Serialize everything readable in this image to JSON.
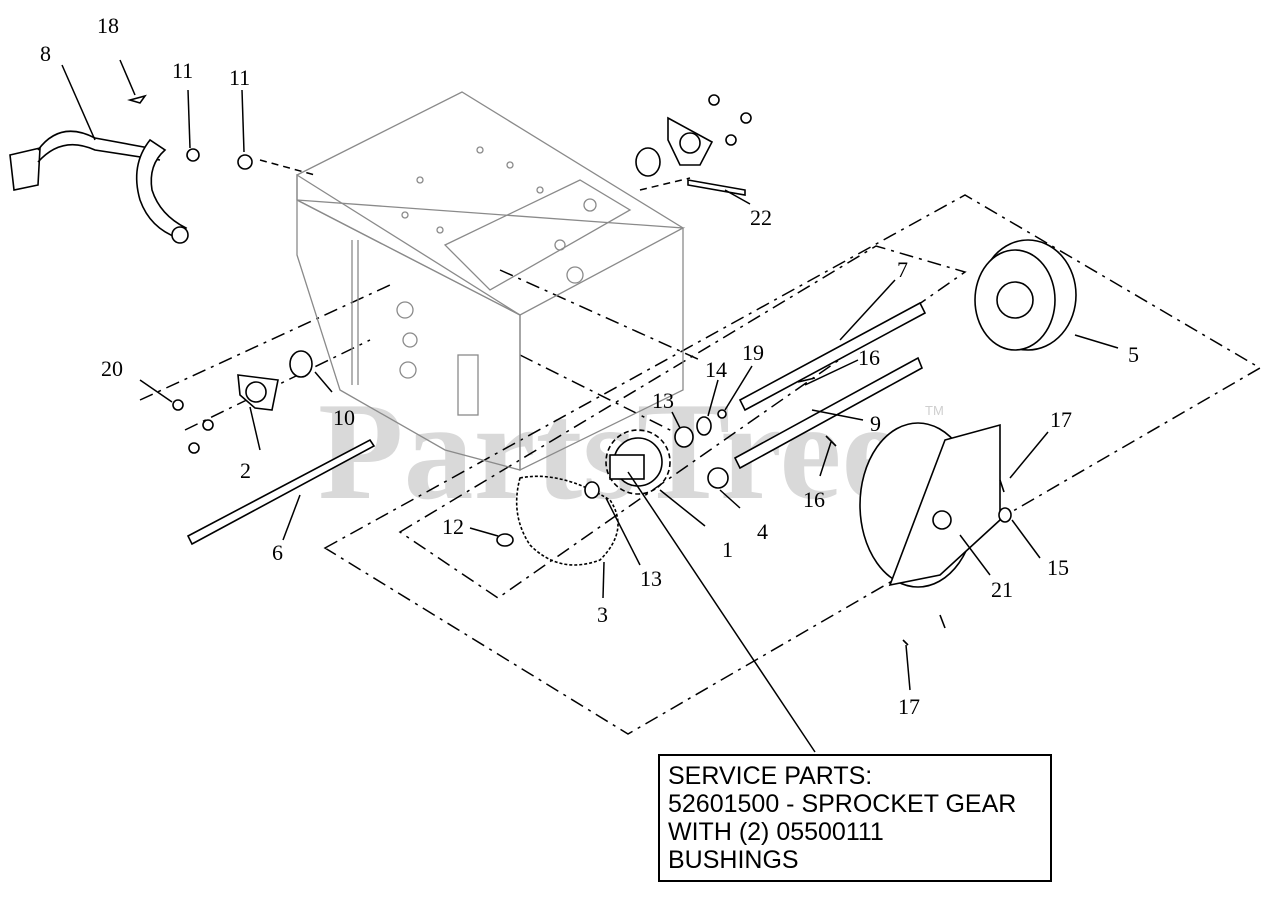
{
  "watermark": {
    "text": "PartsTree",
    "tm": "TM"
  },
  "callouts": {
    "c1": "1",
    "c2": "2",
    "c3": "3",
    "c4": "4",
    "c5": "5",
    "c6": "6",
    "c7": "7",
    "c8": "8",
    "c9": "9",
    "c10": "10",
    "c11a": "11",
    "c11b": "11",
    "c12": "12",
    "c13a": "13",
    "c13b": "13",
    "c14": "14",
    "c15": "15",
    "c16a": "16",
    "c16b": "16",
    "c17a": "17",
    "c17b": "17",
    "c18": "18",
    "c19": "19",
    "c20": "20",
    "c21": "21",
    "c22": "22"
  },
  "service_box": {
    "line1": "SERVICE PARTS:",
    "line2": "52601500 - SPROCKET GEAR",
    "line3": "WITH (2) 05500111",
    "line4": "BUSHINGS"
  }
}
